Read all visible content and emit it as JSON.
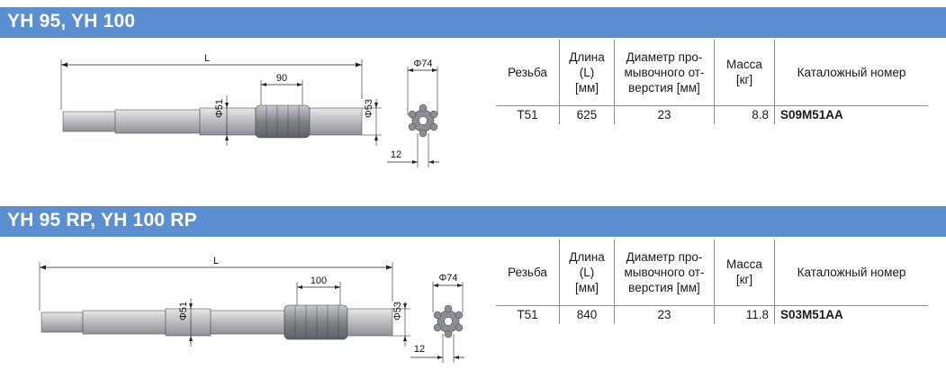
{
  "sections": [
    {
      "title": "YH 95, YH 100",
      "dims": {
        "length": "L",
        "width": "90",
        "dia1": "Φ51",
        "dia2": "Φ53",
        "dia3": "Φ74",
        "tip": "12"
      },
      "headers": [
        "Резьба",
        "Длина (L) [мм]",
        "Диаметр про-мывочного от-верстия [мм]",
        "Масса [кг]",
        "Каталожный номер"
      ],
      "header_lines": [
        [
          "Резьба"
        ],
        [
          "Длина",
          "(L)",
          "[мм]"
        ],
        [
          "Диаметр про-",
          "мывочного от-",
          "верстия [мм]"
        ],
        [
          "Масса",
          "[кг]"
        ],
        [
          "Каталожный номер"
        ]
      ],
      "row": {
        "thread": "T51",
        "length": "625",
        "flush": "23",
        "mass": "8.8",
        "catalog": "S09M51AA"
      }
    },
    {
      "title": "YH 95 RP, YH 100 RP",
      "dims": {
        "length": "L",
        "width": "100",
        "dia1": "Φ51",
        "dia2": "Φ53",
        "dia3": "Φ74",
        "tip": "12"
      },
      "headers": [
        "Резьба",
        "Длина (L) [мм]",
        "Диаметр про-мывочного от-верстия [мм]",
        "Масса [кг]",
        "Каталожный номер"
      ],
      "header_lines": [
        [
          "Резьба"
        ],
        [
          "Длина",
          "(L)",
          "[мм]"
        ],
        [
          "Диаметр про-",
          "мывочного от-",
          "верстия [мм]"
        ],
        [
          "Масса",
          "[кг]"
        ],
        [
          "Каталожный номер"
        ]
      ],
      "row": {
        "thread": "T51",
        "length": "840",
        "flush": "23",
        "mass": "11.8",
        "catalog": "S03M51AA"
      }
    }
  ],
  "colors": {
    "band": "#5b8fd2",
    "rule": "#8c8c8c",
    "shaft": "#c9cbd0",
    "spline": "#8a8d92"
  }
}
